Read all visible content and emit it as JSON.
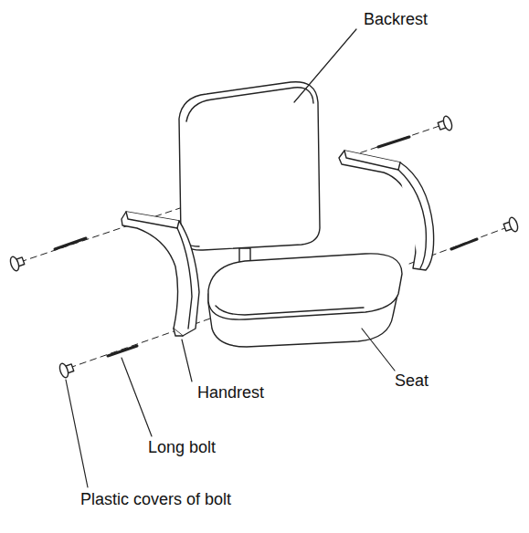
{
  "diagram": {
    "labels": [
      "Backrest",
      "Handrest",
      "Seat",
      "Long bolt",
      "Plastic covers of bolt"
    ]
  }
}
